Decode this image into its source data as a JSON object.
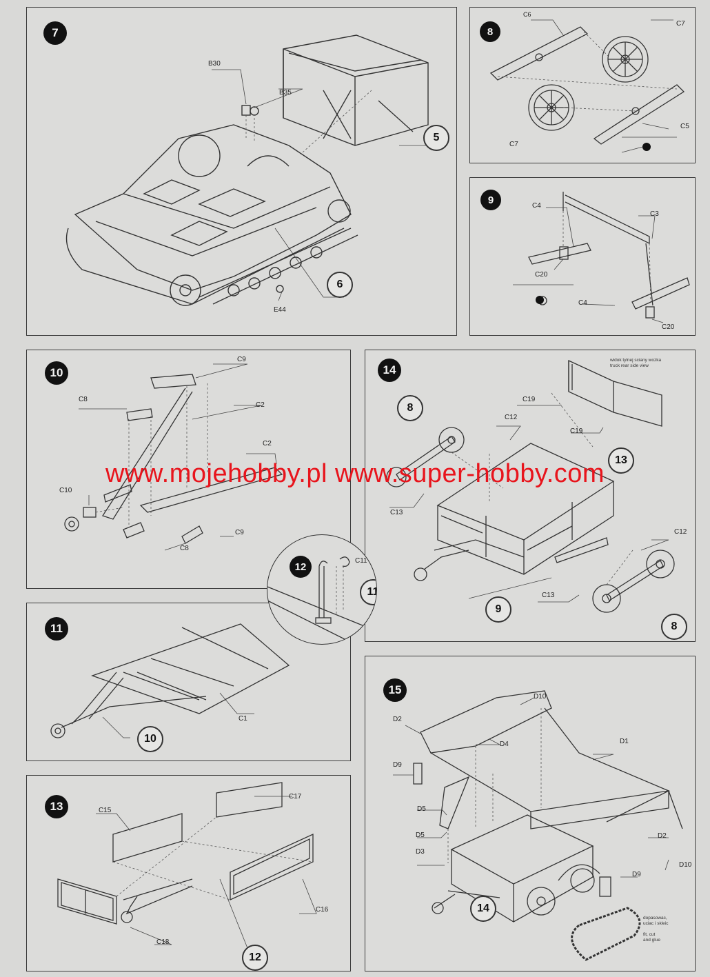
{
  "watermark": "www.mojehobby.pl www.super-hobby.com",
  "colors": {
    "background": "#d9d9d7",
    "line": "#3a3a3a",
    "watermark": "#e8141c"
  },
  "steps": {
    "s7": {
      "number": "7",
      "refs": [
        "5",
        "6"
      ],
      "parts": [
        "B30",
        "B35",
        "E44"
      ]
    },
    "s8": {
      "number": "8",
      "parts": [
        "C6",
        "C7",
        "C5",
        "C7"
      ]
    },
    "s9": {
      "number": "9",
      "parts": [
        "C4",
        "C3",
        "C20",
        "C4",
        "C20"
      ]
    },
    "s10": {
      "number": "10",
      "parts": [
        "C9",
        "C8",
        "C2",
        "C2",
        "C10",
        "C9",
        "C8"
      ]
    },
    "s11": {
      "number": "11",
      "refs": [
        "10"
      ],
      "parts": [
        "C1"
      ]
    },
    "s12": {
      "number": "12",
      "refs": [
        "11"
      ],
      "parts": [
        "C11"
      ]
    },
    "s13": {
      "number": "13",
      "refs": [
        "12"
      ],
      "parts": [
        "C15",
        "C17",
        "C16",
        "C18"
      ]
    },
    "s14": {
      "number": "14",
      "refs": [
        "8",
        "13",
        "9",
        "8"
      ],
      "parts": [
        "C19",
        "C12",
        "C19",
        "C13",
        "C12",
        "C13"
      ],
      "note": "widok tylnej sciany wozka\ntruck rear side view"
    },
    "s15": {
      "number": "15",
      "refs": [
        "14"
      ],
      "parts": [
        "D10",
        "D2",
        "D4",
        "D1",
        "D9",
        "D5",
        "D5",
        "D3",
        "D2",
        "D10",
        "D9"
      ],
      "note": "dopasowac,\nuciac i skleic\n\nfit, cut\nand glue"
    }
  }
}
